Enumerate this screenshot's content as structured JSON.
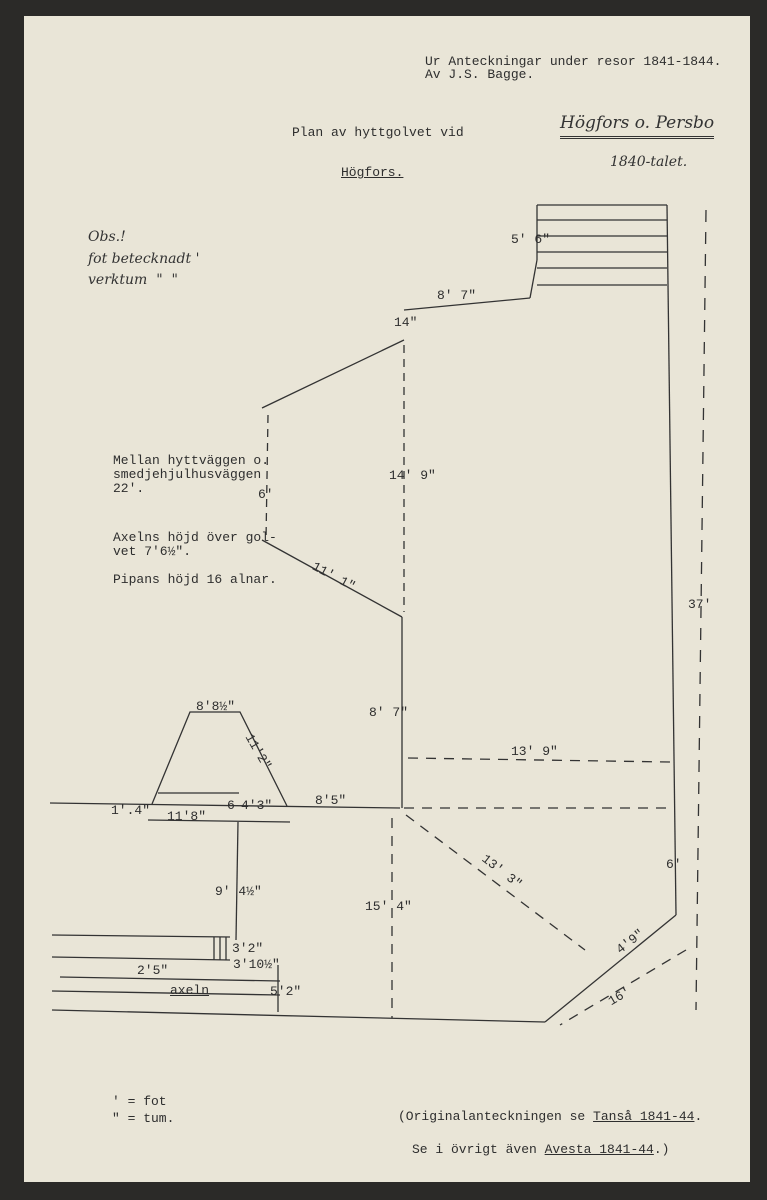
{
  "header": {
    "source_line1": "Ur Anteckningar under resor 1841-1844.",
    "source_line2": "Av J.S. Bagge.",
    "title": "Plan av hyttgolvet vid",
    "place": "Högfors.",
    "handwritten_place": "Högfors o. Persbo",
    "handwritten_date": "1840-talet."
  },
  "note_handwritten": {
    "line1": "Obs.!",
    "line2": "fot betecknadt '",
    "line3": "verktum  \"  \""
  },
  "notes_typed": {
    "line1": "Mellan hyttväggen o.",
    "line2": "smedjehjulhusväggen",
    "line3": "22'.",
    "line4": "Axelns höjd över gol-",
    "line5": "vet 7'6½\".",
    "line6": "Pipans höjd 16 alnar."
  },
  "dimensions": {
    "d_5_6": "5' 6\"",
    "d_8_7_top": "8' 7\"",
    "d_14in": "14\"",
    "d_6ft": "6'",
    "d_14_9": "14' 9\"",
    "d_11_1": "11' 1\"",
    "d_37": "37'",
    "d_8_8half": "8'8½\"",
    "d_11_2": "11'2\"",
    "d_8_7": "8' 7\"",
    "d_13_9": "13' 9\"",
    "d_1_4": "1'.4\"",
    "d_11_8": "11'8\"",
    "d_6": "6",
    "d_4_3": "4'3\"",
    "d_8_5": "8'5\"",
    "d_13_3": "13' 3\"",
    "d_6_right": "6'",
    "d_9_4half": "9' 4½\"",
    "d_15_4": "15' 4\"",
    "d_3_2": "3'2\"",
    "d_3_10half": "3'10½\"",
    "d_2_5": "2'5\"",
    "axeln": "axeln",
    "d_5_2": "5'2\"",
    "d_4_9": "4'9\"",
    "d_16": "16'"
  },
  "legend": {
    "fot": "' = fot",
    "tum": "\" = tum."
  },
  "footer": {
    "line1_prefix": "(Originalanteckningen se ",
    "line1_link": "Tanså 1841-44",
    "line1_suffix": ".",
    "line2_prefix": "Se i övrigt även ",
    "line2_link": "Avesta 1841-44",
    "line2_suffix": ".)"
  }
}
